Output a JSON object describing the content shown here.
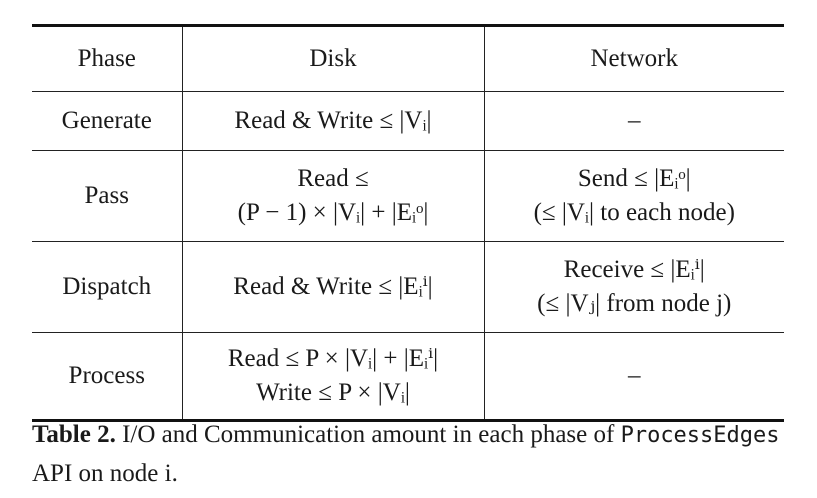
{
  "table": {
    "headers": [
      "Phase",
      "Disk",
      "Network"
    ],
    "rows": [
      {
        "phase": "Generate",
        "disk": [
          "Read & Write ≤ |Vᵢ|"
        ],
        "network": [
          "–"
        ]
      },
      {
        "phase": "Pass",
        "disk": [
          "Read ≤",
          "(P − 1) × |Vᵢ| + |Eᵢᵒ|"
        ],
        "network": [
          "Send ≤ |Eᵢᵒ|",
          "(≤ |Vᵢ| to each node)"
        ]
      },
      {
        "phase": "Dispatch",
        "disk": [
          "Read & Write ≤ |Eᵢⁱ|"
        ],
        "network": [
          "Receive ≤ |Eᵢⁱ|",
          "(≤ |Vⱼ| from node j)"
        ]
      },
      {
        "phase": "Process",
        "disk": [
          "Read ≤ P × |Vᵢ| + |Eᵢⁱ|",
          "Write ≤ P × |Vᵢ|"
        ],
        "network": [
          "–"
        ]
      }
    ]
  },
  "caption": {
    "label": "Table 2.",
    "text_before": " I/O and Communication amount in each phase of ",
    "code": "ProcessEdges",
    "text_after": " API on node i."
  }
}
